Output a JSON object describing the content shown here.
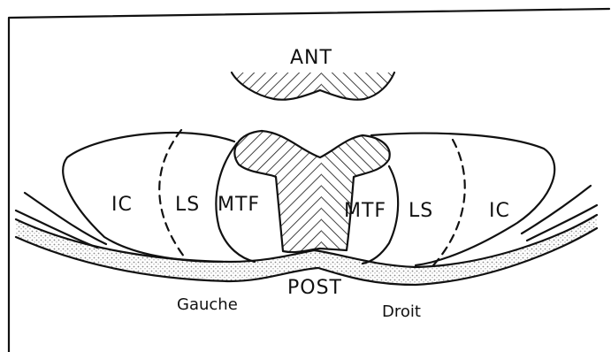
{
  "labels": {
    "anterior": "ANT",
    "posterior": "POST",
    "left_side": "Gauche",
    "right_side": "Droit",
    "left_ic": "IC",
    "left_ls": "LS",
    "left_mtf": "MTF",
    "right_mtf": "MTF",
    "right_ls": "LS",
    "right_ic": "IC"
  },
  "colors": {
    "ink": "#111111",
    "background": "#ffffff",
    "stipple": "#9a9a9a"
  }
}
